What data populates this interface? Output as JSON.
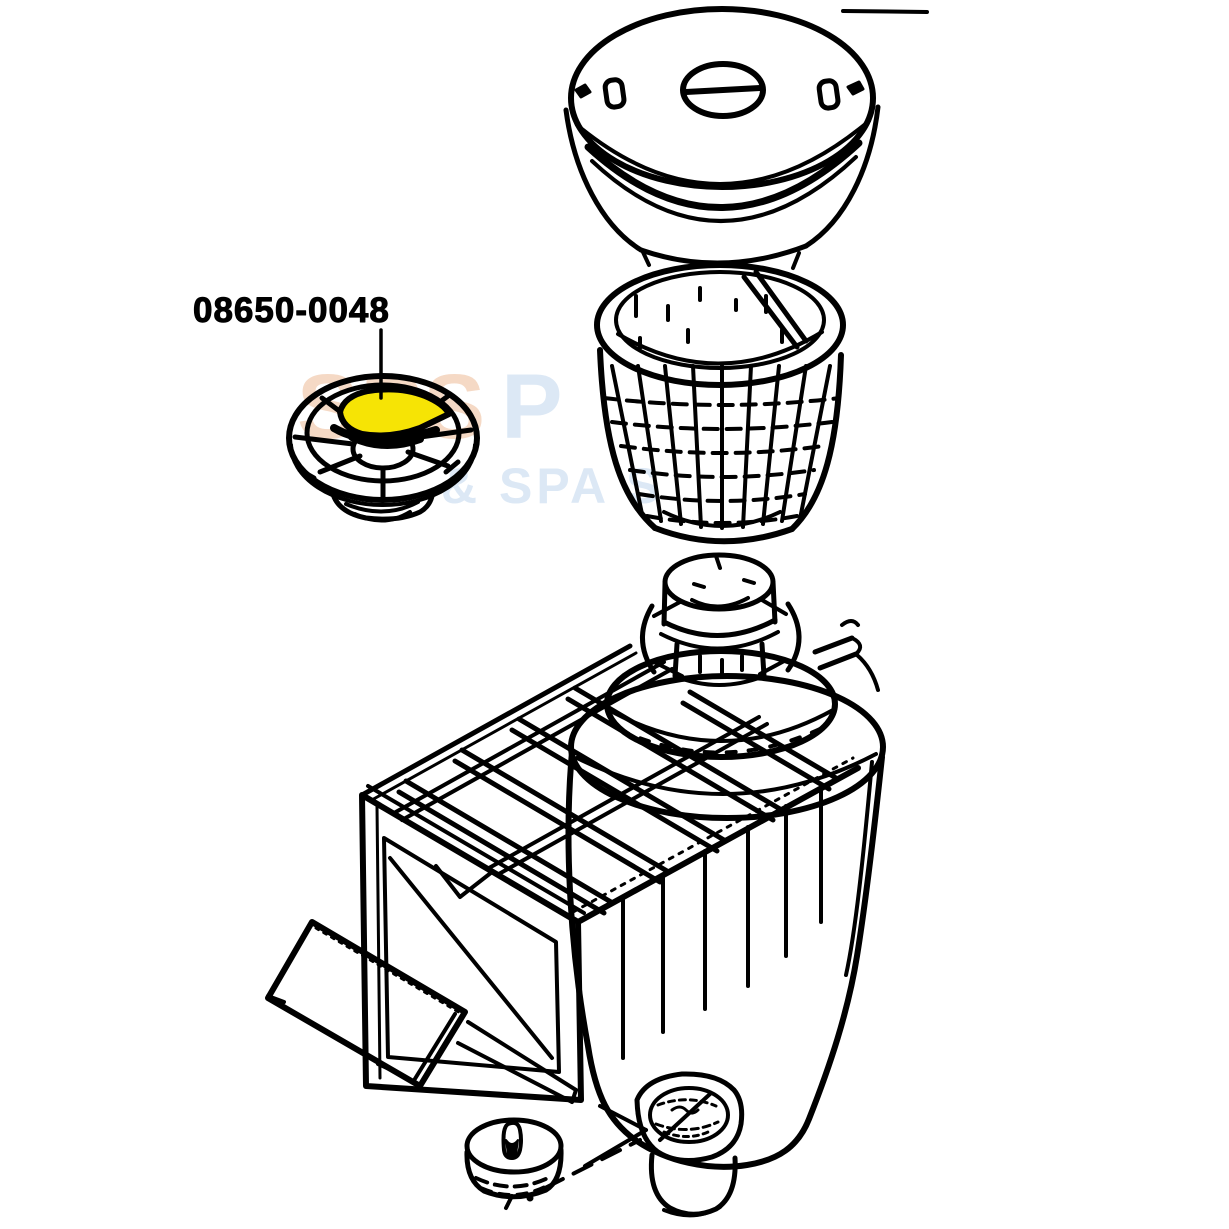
{
  "callout": {
    "part_number": "08650-0048"
  },
  "watermark": {
    "line1_orange": "SPS",
    "line1_blue": "P",
    "line2": "& SPA S"
  },
  "colors": {
    "ink": "#000000",
    "highlight_fill": "#F6E405",
    "watermark_orange": "#F5D9C5",
    "watermark_blue": "#DCE8F5",
    "background": "#FFFFFF"
  }
}
